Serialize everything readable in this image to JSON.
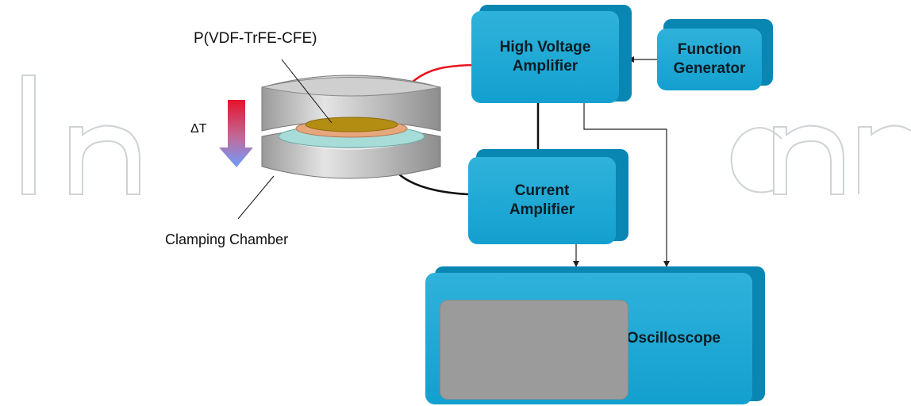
{
  "sample_label": "P(VDF-TrFE-CFE)",
  "delta_label": "ΔT",
  "chamber_label": "Clamping Chamber",
  "boxes": {
    "hv_amp_line1": "High Voltage",
    "hv_amp_line2": "Amplifier",
    "func_gen_line1": "Function",
    "func_gen_line2": "Generator",
    "cur_amp_line1": "Current",
    "cur_amp_line2": "Amplifier",
    "oscilloscope": "Oscilloscope"
  },
  "colors": {
    "box_fill": "#13a0cf",
    "box_side": "#0a86b3",
    "screen": "#9b9b9b",
    "hot_wire": "#e8121c",
    "cold_wire": "#111111",
    "arrow_top": "#e8122a",
    "arrow_bottom": "#6f9cff"
  }
}
